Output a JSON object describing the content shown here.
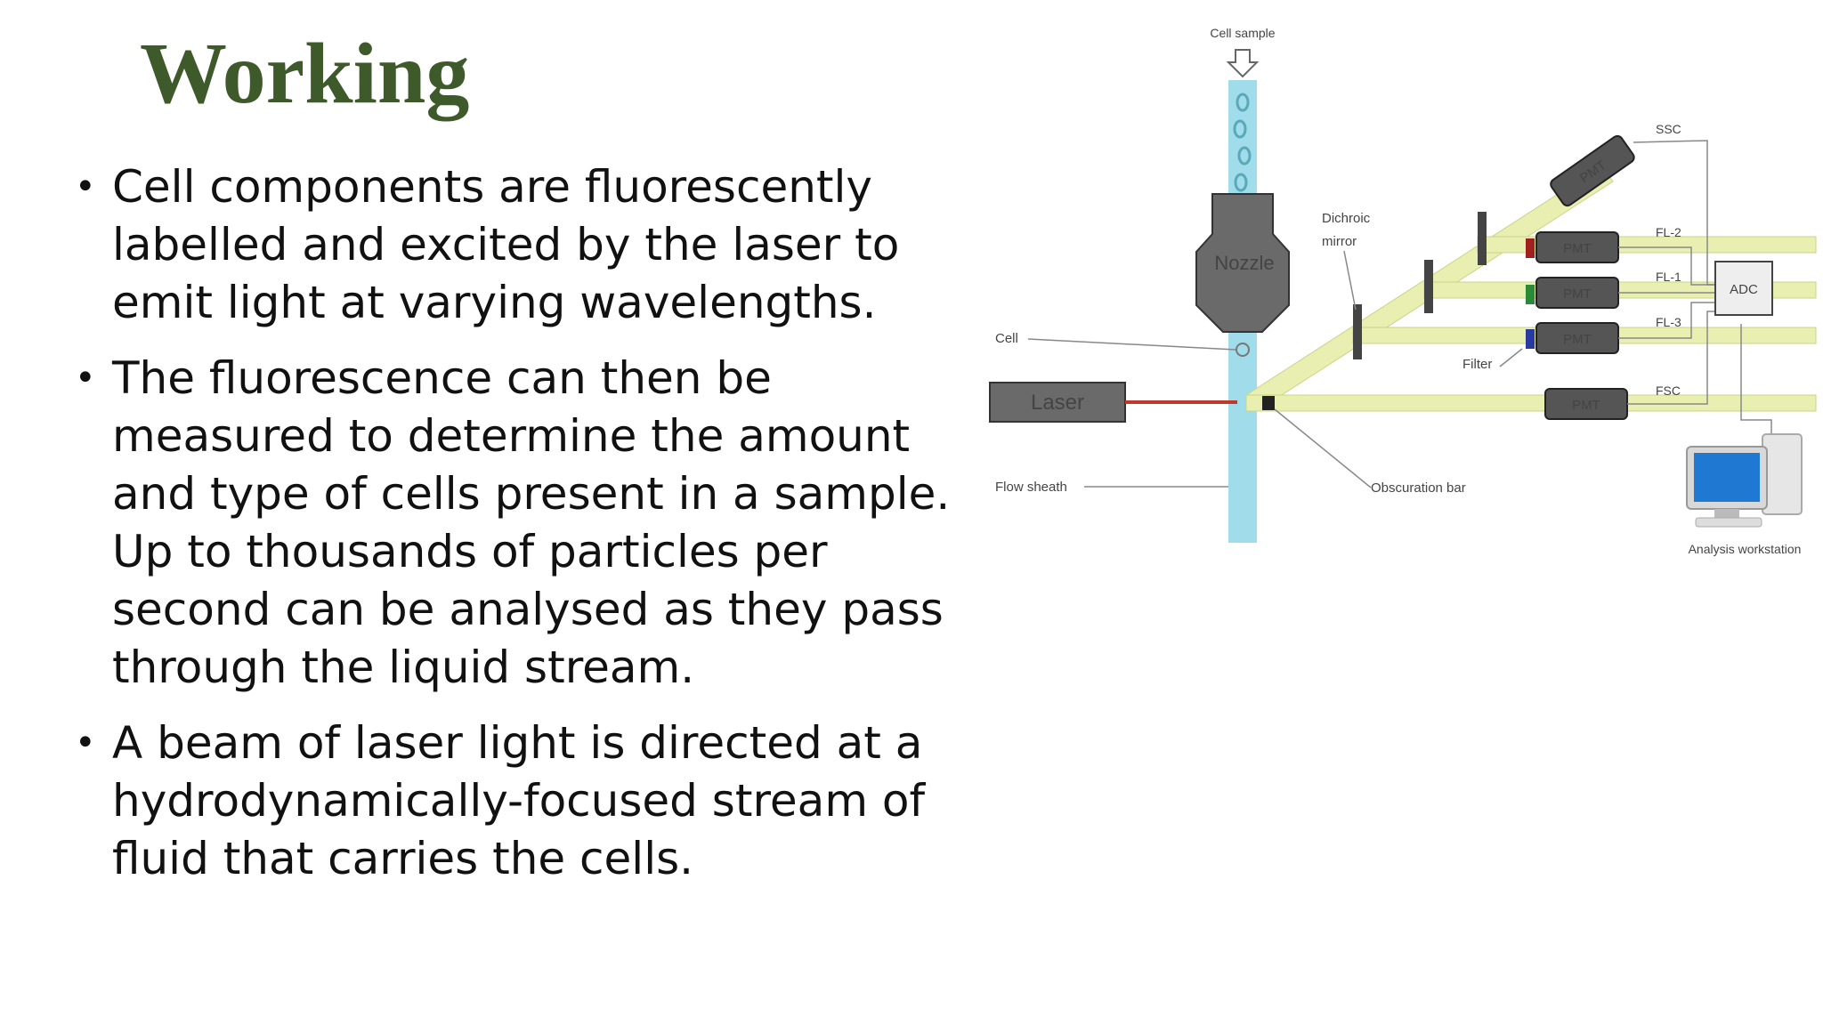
{
  "slide": {
    "title": "Working",
    "bullets": [
      "Cell components are fluorescently labelled and excited by the laser to emit light at varying wavelengths.",
      "The fluorescence can then be measured to determine the amount and type of cells present in a sample. Up to thousands of particles per second can be analysed as they pass through the liquid stream.",
      "A beam of laser light is directed at a hydrodynamically-focused stream of fluid that carries the cells."
    ],
    "bullet_glyph": "•",
    "title_color": "#3e5a2a"
  },
  "diagram": {
    "labels": {
      "cell_sample": "Cell sample",
      "nozzle": "Nozzle",
      "laser": "Laser",
      "cell": "Cell",
      "flow_sheath": "Flow sheath",
      "dichroic_mirror_1": "Dichroic",
      "dichroic_mirror_2": "mirror",
      "filter": "Filter",
      "obscuration_bar": "Obscuration bar",
      "ssc": "SSC",
      "fl2": "FL-2",
      "fl1": "FL-1",
      "fl3": "FL-3",
      "fsc": "FSC",
      "adc": "ADC",
      "pmt": "PMT",
      "workstation": "Analysis workstation"
    },
    "colors": {
      "stream": "#8fd6e6",
      "beam": "#e8efb0",
      "laser_line": "#c0392b",
      "pmt_body": "#555555",
      "filter_red": "#a02020",
      "filter_green": "#2a8a3a",
      "filter_blue": "#2a3aa0"
    }
  }
}
